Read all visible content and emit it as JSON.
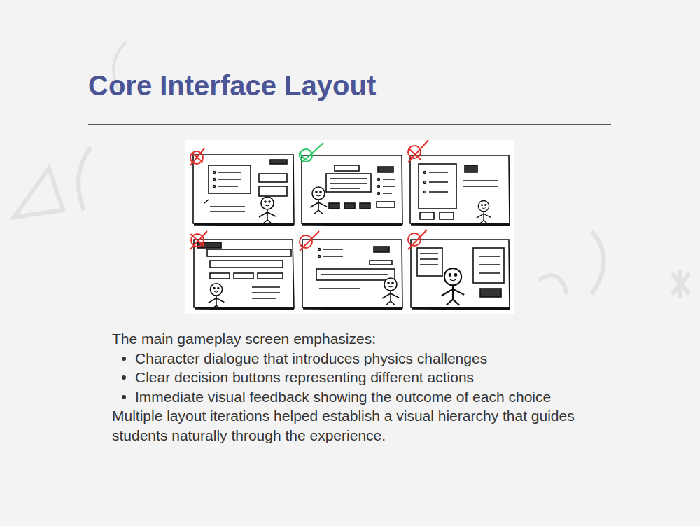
{
  "diagram": {
    "title": "Core Interface Layout",
    "labels": [
      "The main gameplay screen emphasizes:",
      "Character dialogue that introduces physics challenges",
      "Clear decision buttons representing different actions",
      "Immediate visual feedback showing the outcome of each choice",
      "Multiple layout iterations helped establish a visual hierarchy that guides students naturally through the experience."
    ]
  }
}
